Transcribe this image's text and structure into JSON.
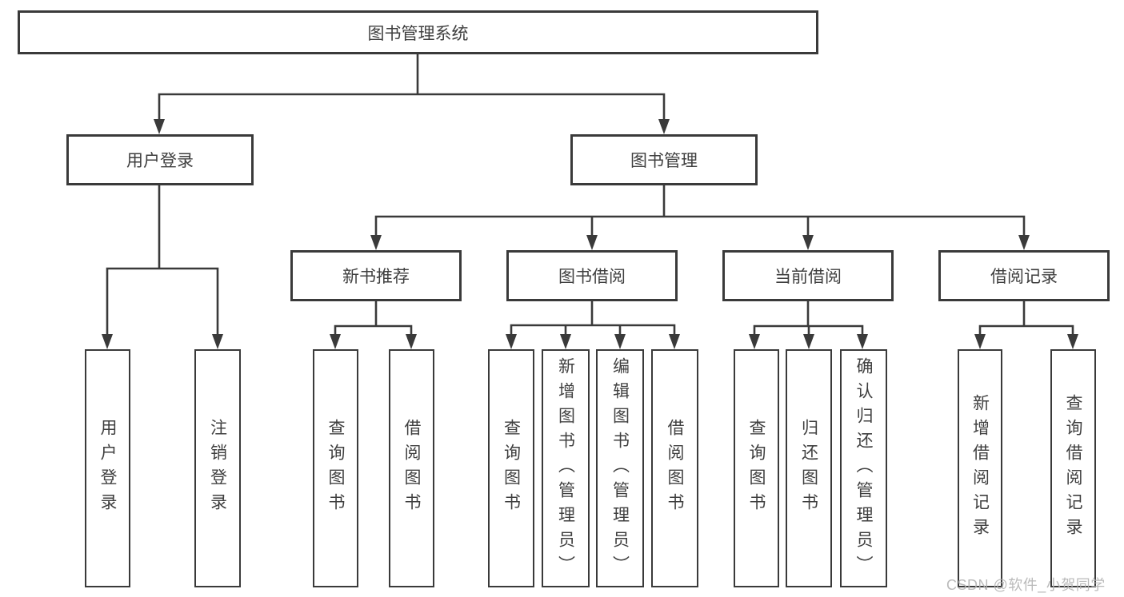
{
  "diagram": {
    "root": "图书管理系统",
    "level2": [
      "用户登录",
      "图书管理"
    ],
    "level3": [
      "新书推荐",
      "图书借阅",
      "当前借阅",
      "借阅记录"
    ],
    "leaves": [
      "用户登录",
      "注销登录",
      "查询图书",
      "借阅图书",
      "查询图书",
      "新增图书（管理员）",
      "编辑图书（管理员）",
      "借阅图书",
      "查询图书",
      "归还图书",
      "确认归还（管理员）",
      "新增借阅记录",
      "查询借阅记录"
    ]
  },
  "watermark": "CSDN @软件_小贺同学",
  "colors": {
    "line": "#3a3a3a",
    "text": "#3f3f3f",
    "watermark": "#b3b3b3",
    "background": "#ffffff"
  }
}
